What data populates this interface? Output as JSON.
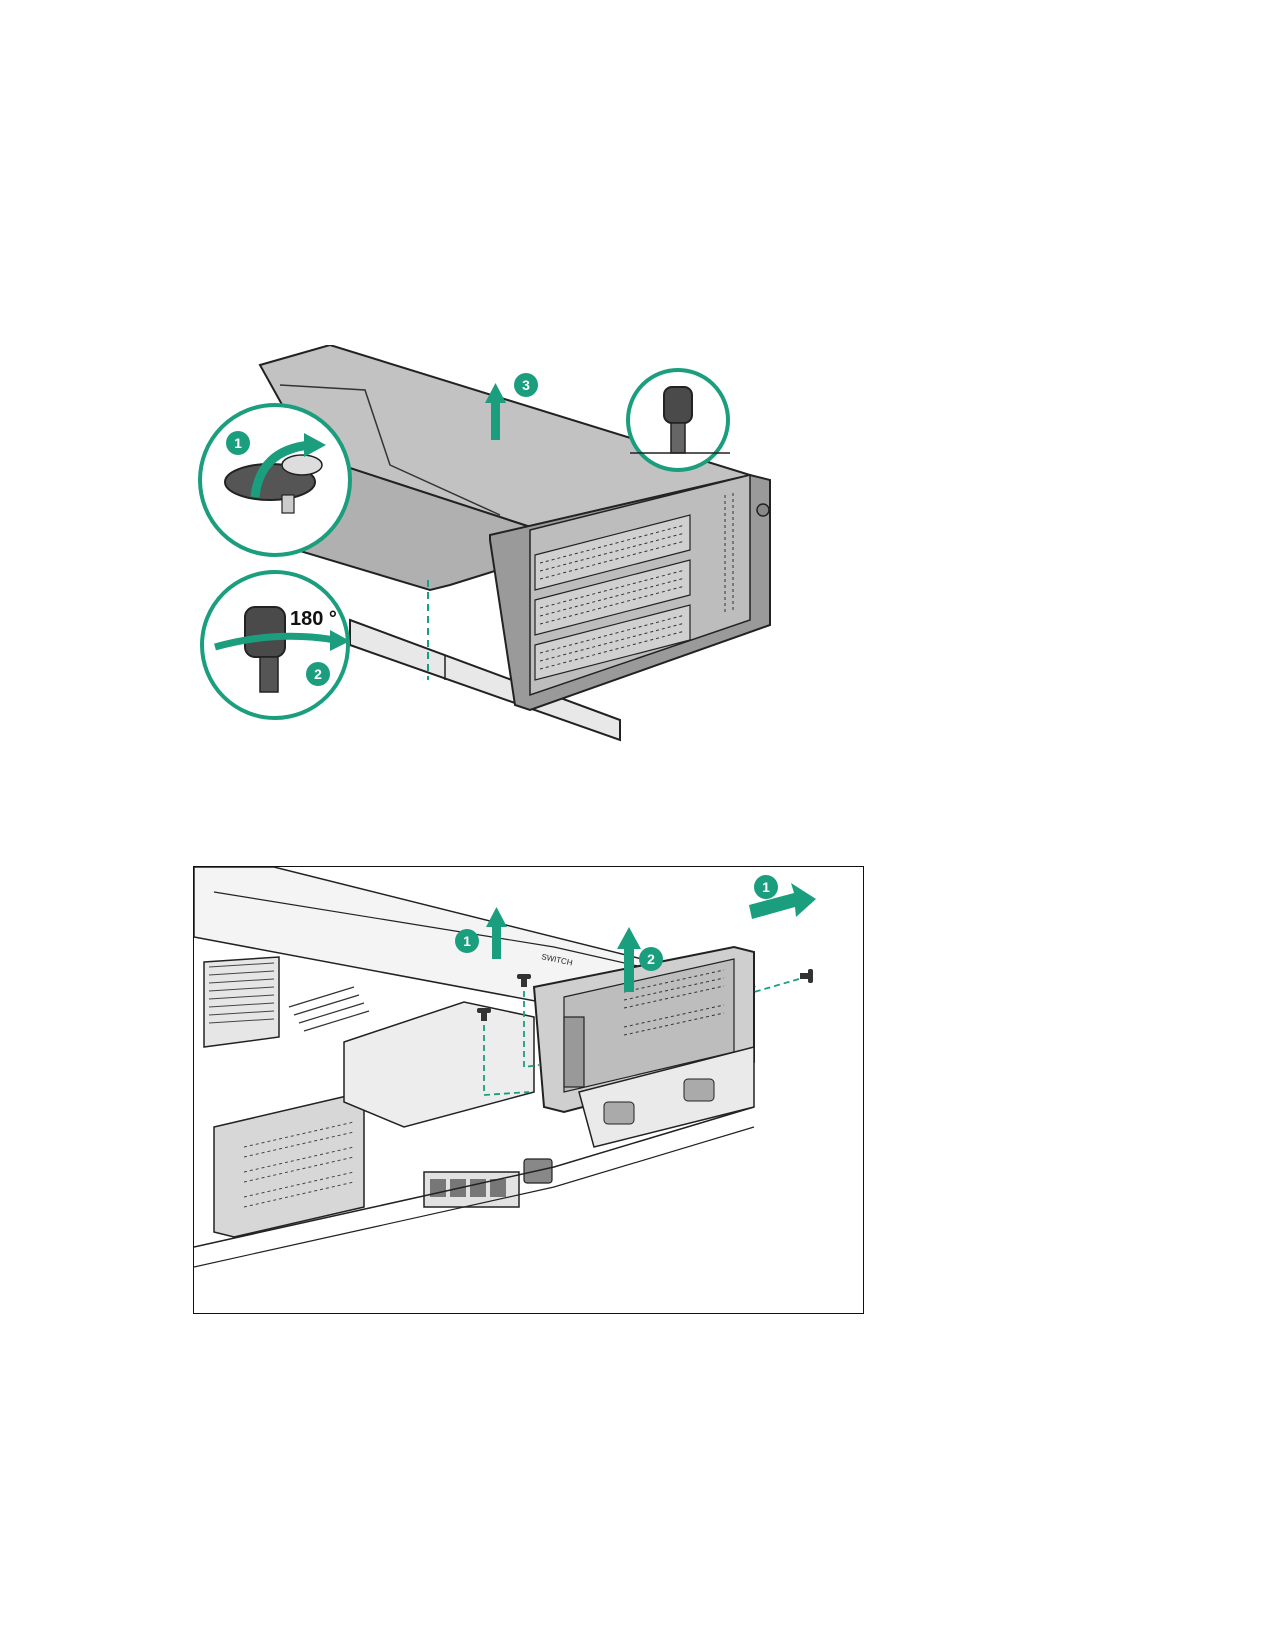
{
  "figure1": {
    "callout_1": "1",
    "callout_2": "2",
    "callout_3": "3",
    "rotation_label": "180 °"
  },
  "figure2": {
    "callout_1_bracket": "1",
    "callout_1_screw": "1",
    "callout_2": "2",
    "switch_label": "SWITCH"
  },
  "colors": {
    "accent": "#1a9e7e",
    "sheet_metal": "#bdbdbd",
    "outline": "#222222"
  }
}
